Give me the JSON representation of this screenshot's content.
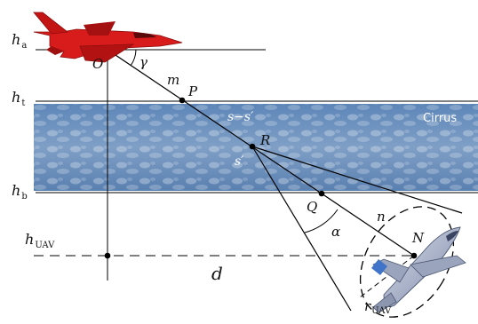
{
  "levels": {
    "h_a": {
      "main": "h",
      "sub": "a"
    },
    "h_t": {
      "main": "h",
      "sub": "t"
    },
    "h_b": {
      "main": "h",
      "sub": "b"
    },
    "h_uav": {
      "main": "h",
      "sub": "UAV"
    }
  },
  "points": {
    "O": "O",
    "P": "P",
    "R": "R",
    "Q": "Q",
    "N": "N"
  },
  "segments": {
    "m": "m",
    "s_minus_sp": "s−s′",
    "s_prime": "s′",
    "n": "n",
    "d": "d"
  },
  "angles": {
    "gamma": "γ",
    "alpha": "α"
  },
  "radius": {
    "main": "r",
    "sub": "UAV"
  },
  "layer": {
    "label": "Cirrus"
  },
  "icons": {
    "fighter": "fighter-jet-icon",
    "uav": "uav-aircraft-icon"
  },
  "colors": {
    "fighter": "#d81b1b",
    "cloud": "#4f79ab",
    "uav": "#a9b2c8",
    "line": "#000000"
  }
}
